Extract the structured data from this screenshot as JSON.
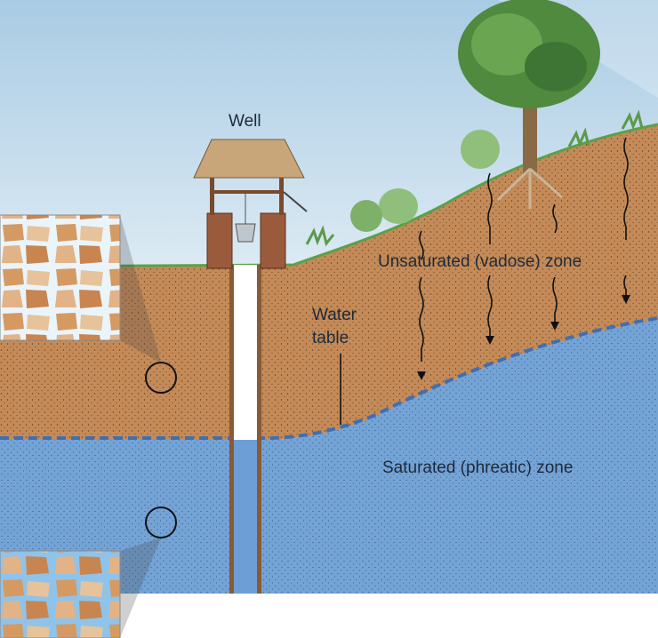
{
  "labels": {
    "well": "Well",
    "unsaturated_zone": "Unsaturated (vadose) zone",
    "water_table_line1": "Water",
    "water_table_line2": "table",
    "saturated_zone": "Saturated (phreatic) zone"
  },
  "colors": {
    "sky_top": "#b9d6ea",
    "sky_bottom": "#dbe9f2",
    "soil": "#c48a57",
    "saturated": "#74a3d6",
    "water_table_line": "#3f6fb3",
    "grass": "#5aa14a",
    "rock": "#d9a06a",
    "well_roof": "#c9a57a",
    "well_brick": "#9a5a3c"
  }
}
